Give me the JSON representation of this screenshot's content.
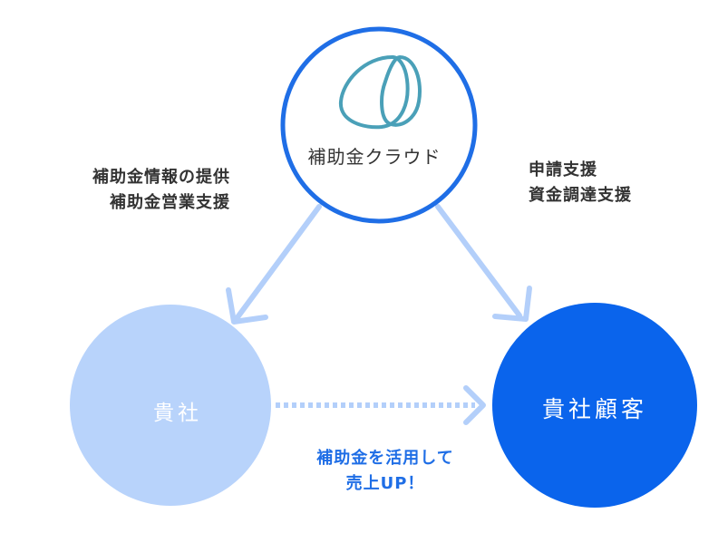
{
  "hub": {
    "name": "補助金クラウド",
    "logo_icon": "two-loops-logo-icon",
    "ring_color": "#1f6ee6",
    "logo_color": "#4aa0b8"
  },
  "company": {
    "name": "貴社",
    "color": "#b8d3fb"
  },
  "customer": {
    "name": "貴社顧客",
    "color": "#0a64ec"
  },
  "to_company": {
    "lines": [
      "補助金情報の提供",
      "補助金営業支援"
    ]
  },
  "to_customer": {
    "lines": [
      "申請支援",
      "資金調達支援"
    ]
  },
  "company_to_customer": {
    "lines": [
      "補助金を活用して",
      "売上UP！"
    ],
    "color": "#1f6ee6"
  },
  "arrow_color": "#b3cffa"
}
